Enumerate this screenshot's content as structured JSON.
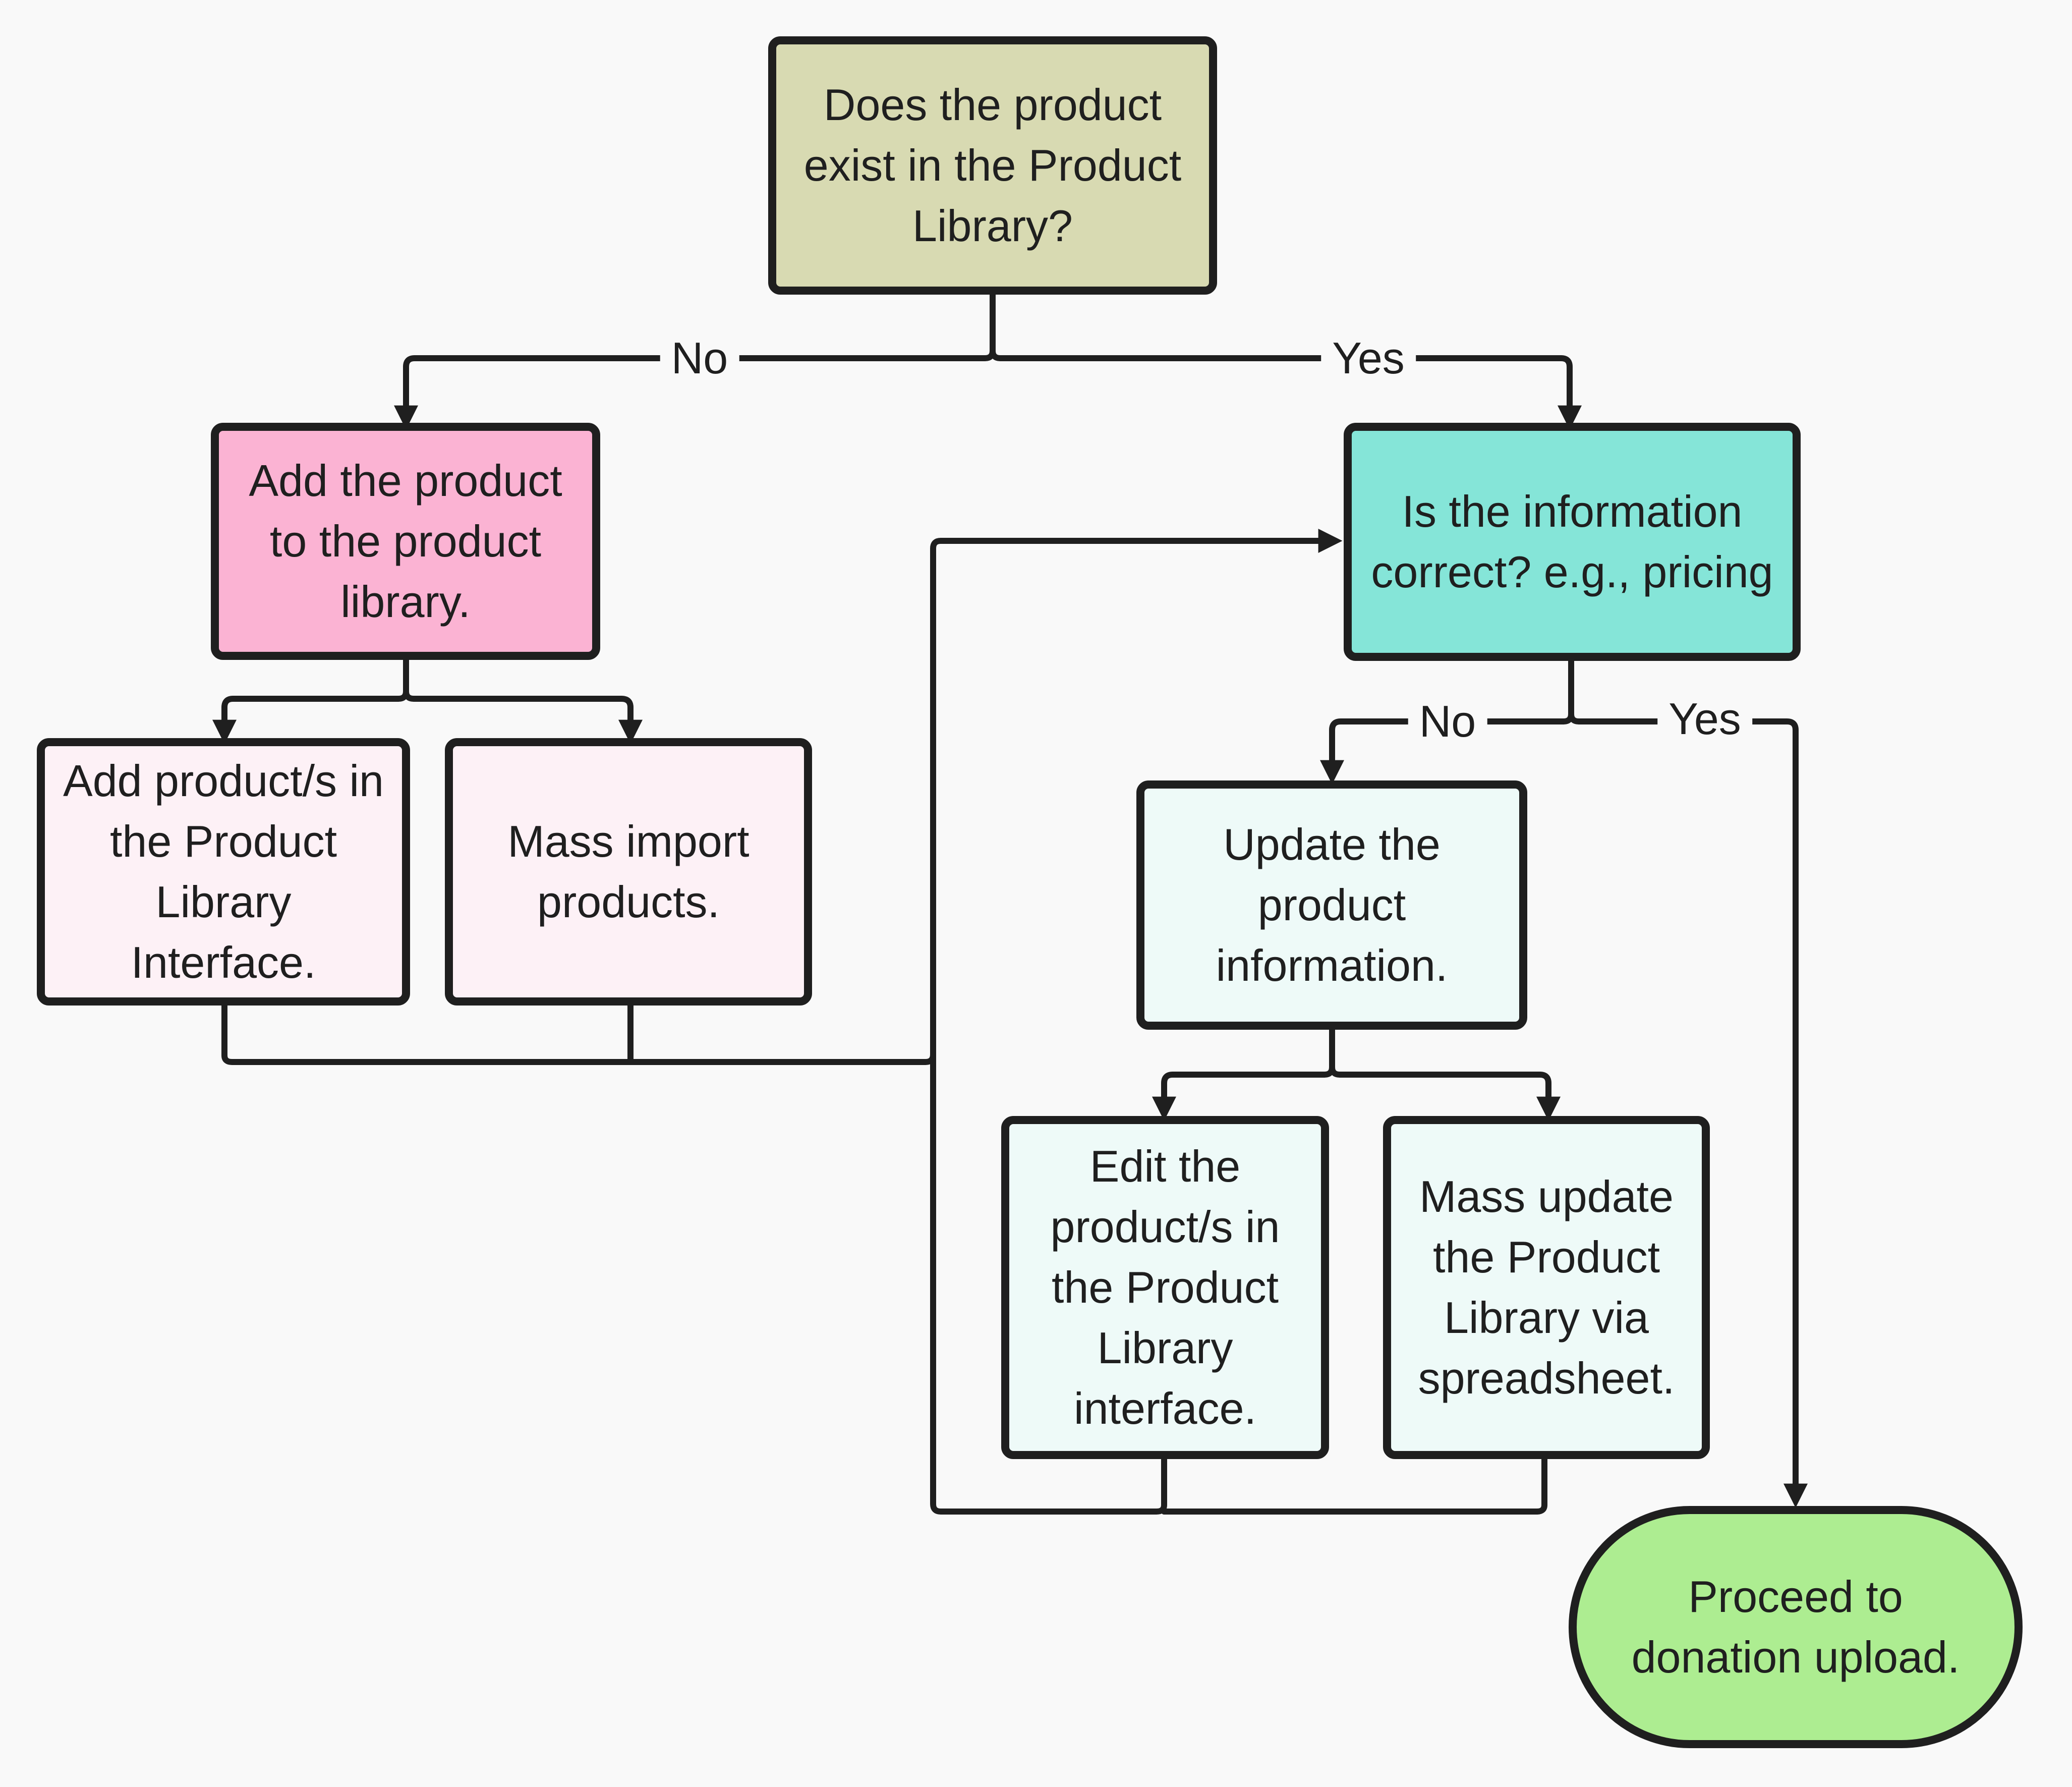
{
  "colors": {
    "background": "#f9f9f9",
    "stroke": "#1f1f1f",
    "decision_olive": "#d8dab2",
    "add_pink": "#fbb3d3",
    "add_sub_pink": "#fdf1f6",
    "check_teal": "#85e5d8",
    "update_mint": "#eefaf8",
    "proceed_green": "#aded91"
  },
  "nodes": {
    "q1": "Does the product exist in the Product Library?",
    "add": "Add the product to the product library.",
    "add_interface": "Add product/s in the Product Library Interface.",
    "mass_import": "Mass import products.",
    "q2": "Is the information correct? e.g., pricing",
    "update": "Update the product information.",
    "edit": "Edit the product/s in the Product Library interface.",
    "mass_update": "Mass update the Product Library via spreadsheet.",
    "proceed": "Proceed to donation upload."
  },
  "edges": {
    "q1_no": "No",
    "q1_yes": "Yes",
    "q2_no": "No",
    "q2_yes": "Yes"
  }
}
